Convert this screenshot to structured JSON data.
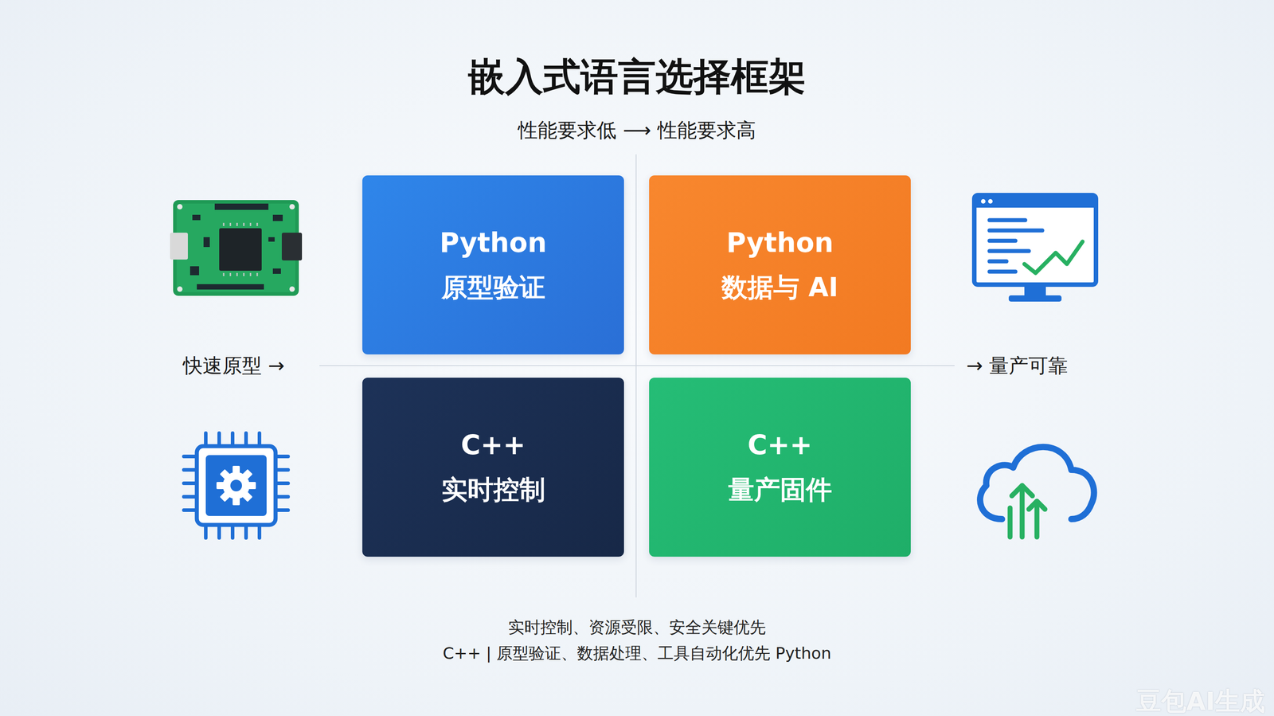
{
  "diagram": {
    "title": "嵌入式语言选择框架",
    "nodes": [
      {
        "text": [
          "Python",
          "原型验证"
        ]
      },
      {
        "text": [
          "Python",
          "数据与 AI"
        ]
      },
      {
        "text": [
          "C++",
          "实时控制"
        ]
      },
      {
        "text": [
          "C++",
          "量产固件"
        ]
      }
    ],
    "labels": [
      "性能要求低 ⟶ 性能要求高",
      "快速原型 →",
      "→ 量产可靠",
      "实时控制、资源受限、安全关键优先",
      "C++ | 原型验证、数据处理、工具自动化优先 Python",
      "豆包AI生成"
    ]
  }
}
